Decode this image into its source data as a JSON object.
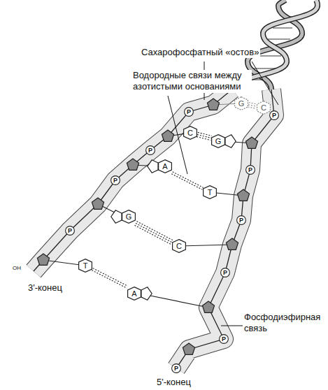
{
  "diagram": {
    "nodes": [
      {
        "text": [
          "G"
        ]
      },
      {
        "text": [
          "C"
        ]
      },
      {
        "text": [
          "P"
        ]
      },
      {
        "text": [
          "P"
        ]
      },
      {
        "text": [
          "C"
        ]
      },
      {
        "text": [
          "G"
        ]
      },
      {
        "text": [
          "P"
        ]
      },
      {
        "text": [
          "A"
        ]
      },
      {
        "text": [
          "P"
        ]
      },
      {
        "text": [
          "P"
        ]
      },
      {
        "text": [
          "T"
        ]
      },
      {
        "text": [
          "G"
        ]
      },
      {
        "text": [
          "P"
        ]
      },
      {
        "text": [
          "P"
        ]
      },
      {
        "text": [
          "C"
        ]
      },
      {
        "text": [
          "T"
        ]
      },
      {
        "text": [
          "P"
        ]
      },
      {
        "text": [
          "A"
        ]
      },
      {
        "text": [
          "P"
        ]
      },
      {
        "text": [
          "P"
        ]
      }
    ],
    "edges": [
      {
        "from": 0,
        "to": 1,
        "arrow": "none"
      },
      {
        "from": 4,
        "to": 5,
        "arrow": "none"
      },
      {
        "from": 7,
        "to": 10,
        "arrow": "none"
      },
      {
        "from": 11,
        "to": 14,
        "arrow": "none"
      },
      {
        "from": 15,
        "to": 17,
        "arrow": "none"
      }
    ],
    "labels": [
      "Сахарофосфатный «остов»",
      "Водородные связи между азотистыми основаниями",
      "OH",
      "3'-конец",
      "Фосфодиэфирная связь",
      "5'-конец"
    ]
  }
}
